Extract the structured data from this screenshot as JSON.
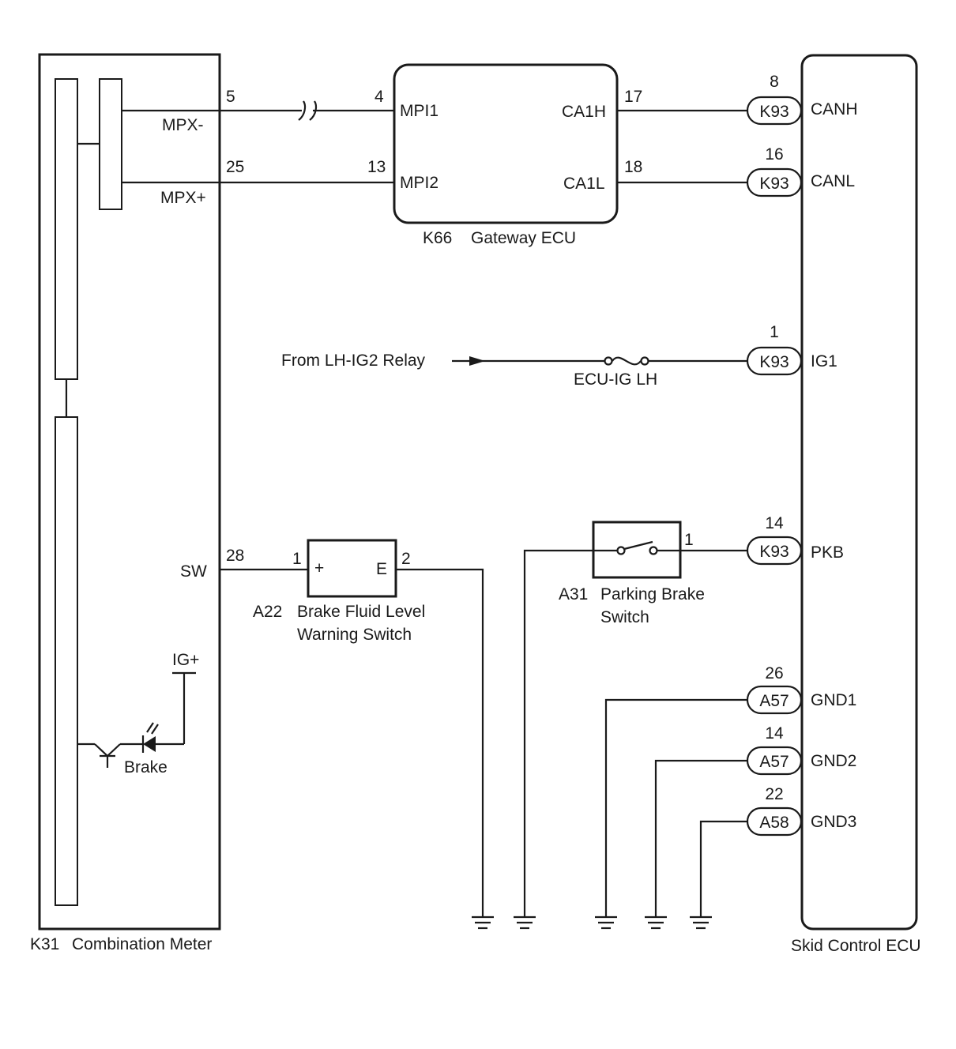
{
  "components": {
    "combination_meter": {
      "ref": "K31",
      "name": "Combination Meter"
    },
    "gateway_ecu": {
      "ref": "K66",
      "name": "Gateway ECU"
    },
    "skid_control_ecu": {
      "name": "Skid Control ECU"
    },
    "brake_fluid_switch": {
      "ref": "A22",
      "name_line1": "Brake Fluid Level",
      "name_line2": "Warning Switch",
      "plus": "+",
      "e": "E"
    },
    "parking_brake_switch": {
      "ref": "A31",
      "name_line1": "Parking Brake",
      "name_line2": "Switch"
    }
  },
  "meter_terminals": {
    "mpx_minus": {
      "label": "MPX-",
      "pin": "5"
    },
    "mpx_plus": {
      "label": "MPX+",
      "pin": "25"
    },
    "sw": {
      "label": "SW",
      "pin": "28"
    },
    "ig_plus": {
      "label": "IG+"
    },
    "brake_lamp": {
      "label": "Brake"
    }
  },
  "gateway_terminals": {
    "mpi1": {
      "label": "MPI1",
      "pin": "4"
    },
    "mpi2": {
      "label": "MPI2",
      "pin": "13"
    },
    "ca1h": {
      "label": "CA1H",
      "pin": "17"
    },
    "ca1l": {
      "label": "CA1L",
      "pin": "18"
    }
  },
  "skid_terminals": [
    {
      "connector": "K93",
      "pin": "8",
      "label": "CANH"
    },
    {
      "connector": "K93",
      "pin": "16",
      "label": "CANL"
    },
    {
      "connector": "K93",
      "pin": "1",
      "label": "IG1"
    },
    {
      "connector": "K93",
      "pin": "14",
      "label": "PKB"
    },
    {
      "connector": "A57",
      "pin": "26",
      "label": "GND1"
    },
    {
      "connector": "A57",
      "pin": "14",
      "label": "GND2"
    },
    {
      "connector": "A58",
      "pin": "22",
      "label": "GND3"
    }
  ],
  "switch_pins": {
    "brake_fluid_pin1": "1",
    "brake_fluid_pin2": "2",
    "parking_brake_pin1": "1"
  },
  "power_feed": {
    "source": "From LH-IG2 Relay",
    "fuse": "ECU-IG LH"
  }
}
